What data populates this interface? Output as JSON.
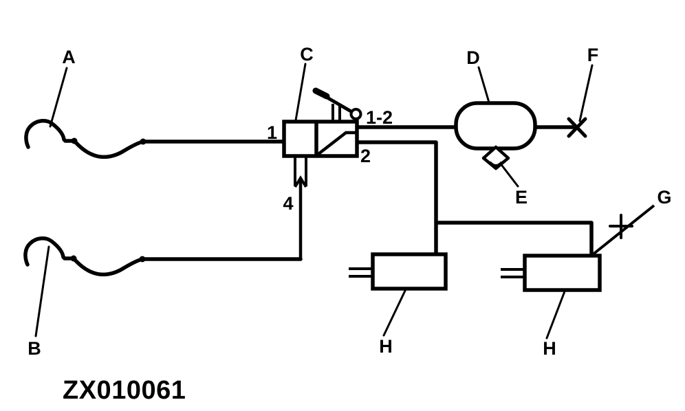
{
  "figure": {
    "code": "ZX010061"
  },
  "colors": {
    "line": "#000000",
    "background": "#ffffff"
  },
  "callouts": {
    "a": "A",
    "b": "B",
    "c": "C",
    "d": "D",
    "e": "E",
    "f": "F",
    "g": "G",
    "h_left": "H",
    "h_right": "H"
  },
  "valve_ports": {
    "p1": "1",
    "p1_2": "1-2",
    "p2": "2",
    "p4": "4"
  }
}
